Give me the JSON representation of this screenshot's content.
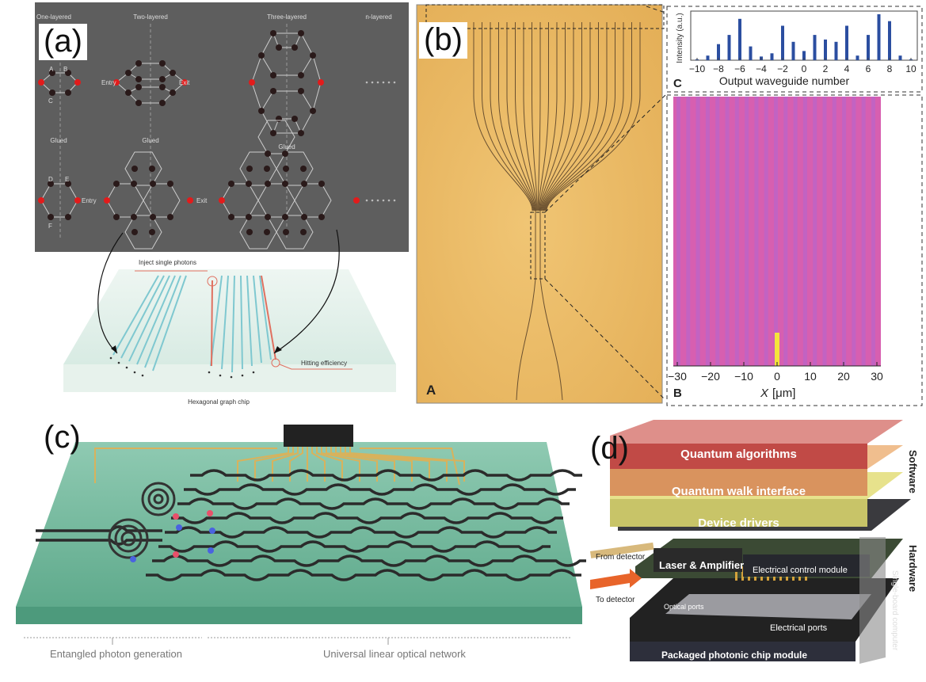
{
  "panel_a": {
    "label": "(a)",
    "column_titles": [
      "One-layered",
      "Two-layered",
      "Three-layered",
      "n-layered"
    ],
    "node_letters_top": [
      "A",
      "B",
      "C"
    ],
    "node_letters_bottom": [
      "D",
      "E",
      "F"
    ],
    "glued": "Glued",
    "entry": "Entry",
    "exit": "Exit",
    "inject": "Inject single photons",
    "hitting": "Hitting efficiency",
    "chip": "Hexagonal graph chip"
  },
  "panel_b": {
    "label": "(b)",
    "sub_a": "A",
    "sub_b": "B",
    "sub_c": "C",
    "xlabel_var": "X",
    "xlabel_unit": "[μm]",
    "ylabel": "Intensity (a.u.)"
  },
  "chart_data": {
    "type": "bar",
    "x": [
      -10,
      -9,
      -8,
      -7,
      -6,
      -5,
      -4,
      -3,
      -2,
      -1,
      0,
      1,
      2,
      3,
      4,
      5,
      6,
      7,
      8,
      9,
      10
    ],
    "values": [
      0.02,
      0.1,
      0.35,
      0.55,
      0.9,
      0.3,
      0.08,
      0.15,
      0.75,
      0.4,
      0.2,
      0.55,
      0.45,
      0.4,
      0.75,
      0.1,
      0.55,
      1.0,
      0.85,
      0.1,
      0.02
    ],
    "xticks": [
      -10,
      -8,
      -6,
      -4,
      -2,
      0,
      2,
      4,
      6,
      8,
      10
    ],
    "xlabel": "Output waveguide number",
    "ylabel": "Intensity (a.u.)",
    "bar_color": "#2b4ea0"
  },
  "heatmap_axis": {
    "xticks": [
      -30,
      -20,
      -10,
      0,
      10,
      20,
      30
    ]
  },
  "panel_c": {
    "label": "(c)",
    "caption_left": "Entangled photon generation",
    "caption_right": "Universal linear optical network"
  },
  "panel_d": {
    "label": "(d)",
    "layers": [
      "Quantum algorithms",
      "Quantum walk interface",
      "Device drivers"
    ],
    "hw_laser": "Laser & Amplifier",
    "hw_control": "Electrical control module",
    "from_detector": "From detector",
    "to_detector": "To detector",
    "optical_ports": "Optical ports",
    "electrical_ports": "Electrical ports",
    "package": "Packaged photonic chip module",
    "software": "Software",
    "hardware": "Hardware",
    "sbc": "Single-board computer"
  }
}
